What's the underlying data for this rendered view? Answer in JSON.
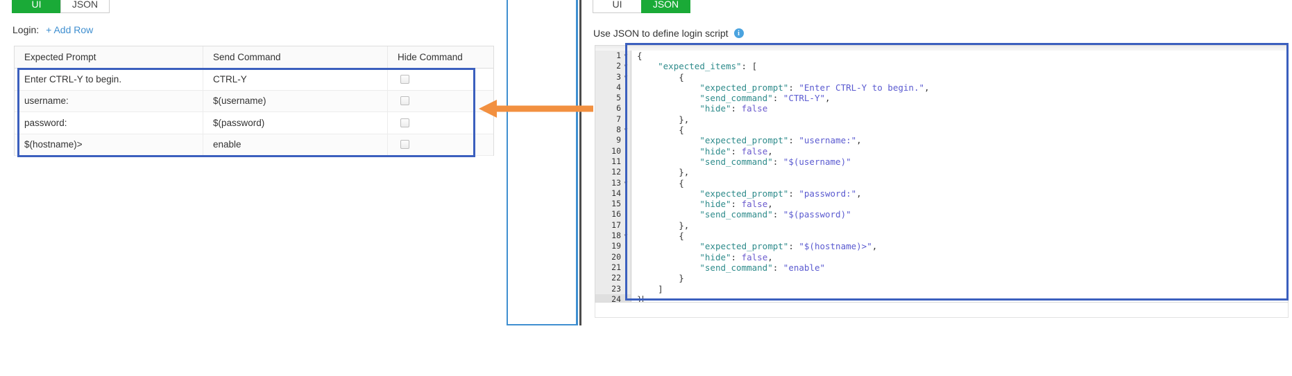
{
  "left": {
    "tabs": [
      {
        "label": "UI",
        "active": true
      },
      {
        "label": "JSON",
        "active": false
      }
    ],
    "login_label": "Login:",
    "add_row_label": "+ Add Row",
    "table": {
      "columns": [
        "Expected Prompt",
        "Send Command",
        "Hide Command"
      ],
      "rows": [
        {
          "expected_prompt": "Enter CTRL-Y to begin.",
          "send_command": "CTRL-Y",
          "hide": false
        },
        {
          "expected_prompt": "username:",
          "send_command": "$(username)",
          "hide": false
        },
        {
          "expected_prompt": "password:",
          "send_command": "$(password)",
          "hide": false
        },
        {
          "expected_prompt": "$(hostname)>",
          "send_command": "enable",
          "hide": false
        }
      ]
    }
  },
  "right": {
    "tabs": [
      {
        "label": "UI",
        "active": false
      },
      {
        "label": "JSON",
        "active": true
      }
    ],
    "caption": "Use JSON to define login script",
    "info_icon": "info-icon",
    "editor": {
      "line_numbers": [
        "1",
        "2",
        "3",
        "4",
        "5",
        "6",
        "7",
        "8",
        "9",
        "10",
        "11",
        "12",
        "13",
        "14",
        "15",
        "16",
        "17",
        "18",
        "19",
        "20",
        "21",
        "22",
        "23",
        "24"
      ],
      "fold_lines": [
        1,
        2,
        3,
        8,
        13,
        18
      ],
      "lines": [
        "{",
        "    \"expected_items\": [",
        "        {",
        "            \"expected_prompt\": \"Enter CTRL-Y to begin.\",",
        "            \"send_command\": \"CTRL-Y\",",
        "            \"hide\": false",
        "        },",
        "        {",
        "            \"expected_prompt\": \"username:\",",
        "            \"hide\": false,",
        "            \"send_command\": \"$(username)\"",
        "        },",
        "        {",
        "            \"expected_prompt\": \"password:\",",
        "            \"hide\": false,",
        "            \"send_command\": \"$(password)\"",
        "        },",
        "        {",
        "            \"expected_prompt\": \"$(hostname)>\",",
        "            \"hide\": false,",
        "            \"send_command\": \"enable\"",
        "        }",
        "    ]",
        "}"
      ]
    }
  },
  "annotation": {
    "arrow": "bidirectional-arrow",
    "arrow_color": "#F29040"
  },
  "colors": {
    "tab_active": "#1aaa37",
    "link": "#3f8fd0",
    "highlight_outline": "#3b5fbe",
    "arrow": "#F29040",
    "json_key": "#2e8b8b",
    "json_string": "#5a5ad0"
  }
}
